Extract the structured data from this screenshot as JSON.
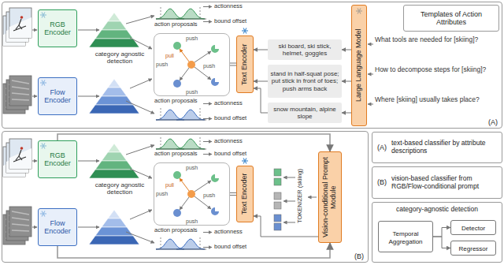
{
  "diagram": {
    "nodes": [
      {
        "text": [
          "(A)"
        ]
      },
      {
        "text": [
          "RGB Encoder"
        ],
        "in": 0
      },
      {
        "text": [
          "Flow Encoder"
        ],
        "in": 0
      },
      {
        "text": [
          "push",
          "push",
          "pull",
          "push",
          "push"
        ],
        "in": 0
      },
      {
        "text": [
          "Text Encoder"
        ],
        "in": 0
      },
      {
        "text": [
          "ski board, ski stick, helmet, goggles"
        ],
        "in": 0
      },
      {
        "text": [
          "stand in half-squat pose; put stick in front of toes; push arms back"
        ],
        "in": 0
      },
      {
        "text": [
          "snow mountain, alpine slope"
        ],
        "in": 0
      },
      {
        "text": [
          "Large Language Model"
        ],
        "in": 0
      },
      {
        "text": [
          "Templates of Action Attributes"
        ],
        "in": 0
      },
      {
        "text": [
          "(B)"
        ]
      },
      {
        "text": [
          "RGB Encoder"
        ],
        "in": 10
      },
      {
        "text": [
          "Flow Encoder"
        ],
        "in": 10
      },
      {
        "text": [
          "push",
          "push",
          "pull",
          "push",
          "push"
        ],
        "in": 10
      },
      {
        "text": [
          "Text Encoder"
        ],
        "in": 10
      },
      {
        "text": [
          "Vision-conditional Prompt Module"
        ],
        "in": 10
      },
      {
        "text": [
          "(A)",
          "text-based classifier by attribute descriptions"
        ]
      },
      {
        "text": [
          "(B)",
          "vision-based classifier from RGB/Flow-conditional prompt"
        ]
      },
      {
        "text": [
          "category-agnostic detection"
        ]
      },
      {
        "text": [
          "Temporal Aggregation"
        ],
        "in": 18
      },
      {
        "text": [
          "Detector"
        ],
        "in": 18
      },
      {
        "text": [
          "Regressor"
        ],
        "in": 18
      }
    ],
    "edges": [
      {
        "from": 8,
        "to": 5,
        "arrow": "to"
      },
      {
        "from": 8,
        "to": 6,
        "arrow": "to"
      },
      {
        "from": 8,
        "to": 7,
        "arrow": "to"
      },
      {
        "from": 5,
        "to": 4,
        "arrow": "to"
      },
      {
        "from": 6,
        "to": 4,
        "arrow": "to"
      },
      {
        "from": 7,
        "to": 4,
        "arrow": "to"
      },
      {
        "from": 4,
        "to": 3,
        "arrow": "none"
      },
      {
        "from": 11,
        "to": 15,
        "arrow": "to"
      },
      {
        "from": 12,
        "to": 15,
        "arrow": "to"
      },
      {
        "from": 15,
        "to": 14,
        "arrow": "to"
      },
      {
        "from": 14,
        "to": 13,
        "arrow": "none"
      },
      {
        "from": 19,
        "to": 20,
        "arrow": "to"
      },
      {
        "from": 19,
        "to": 21,
        "arrow": "to"
      }
    ],
    "labels": [
      "category agnostic detection",
      "action proposals",
      "actionness",
      "bound offset",
      "action proposals",
      "actionness",
      "bound offset",
      "What tools are needed for [skiing]?",
      "How to decompose steps for [skiing]?",
      "Where [skiing] usually takes place?",
      "category agnostic detection",
      "action proposals",
      "actionness",
      "bound offset",
      "action proposals",
      "actionness",
      "bound offset",
      "TOKENIZER (skiing)"
    ]
  }
}
